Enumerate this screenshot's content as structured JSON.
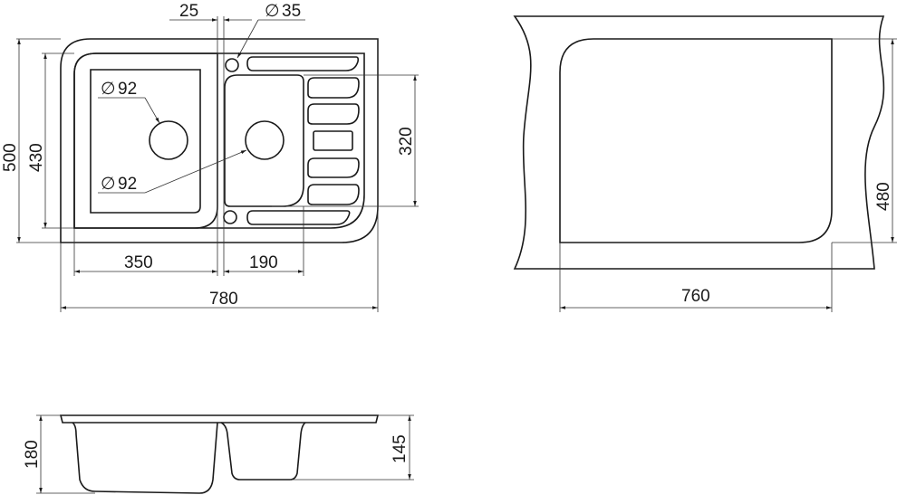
{
  "drawing": {
    "top_view": {
      "dim_total_width": "780",
      "dim_total_depth": "500",
      "dim_inner_depth": "430",
      "dim_left_bowl_width": "350",
      "dim_gap": "25",
      "dim_right_bowl_width": "190",
      "dim_right_bowl_depth": "320",
      "overflow_diameter": "35",
      "drain_left_diameter": "92",
      "drain_right_diameter": "92",
      "diameter_symbol": "∅"
    },
    "cutout_view": {
      "dim_width": "760",
      "dim_depth": "480"
    },
    "side_view": {
      "dim_left_bowl_depth": "180",
      "dim_right_bowl_depth": "145"
    }
  }
}
